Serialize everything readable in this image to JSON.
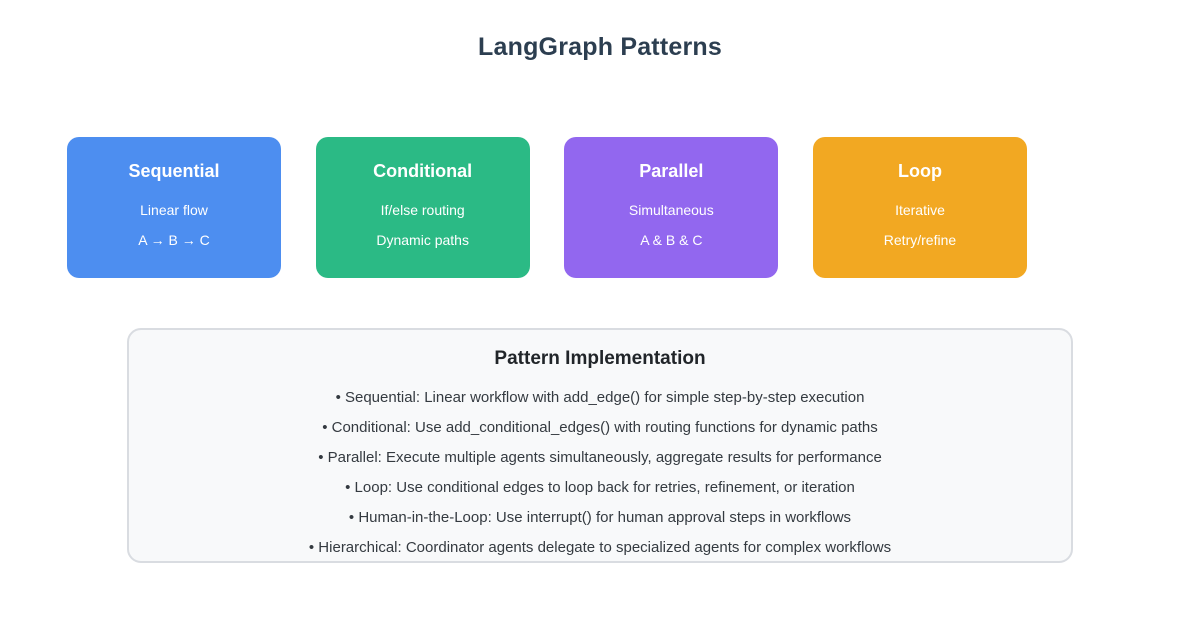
{
  "page": {
    "title": "LangGraph Patterns"
  },
  "colors": {
    "title_text": "#2c3e50",
    "card_text": "#ffffff",
    "sequential": "#4d8ef0",
    "conditional": "#2bba85",
    "parallel": "#9267ef",
    "loop": "#f2a822",
    "impl_background": "#f8f9fa",
    "impl_border": "#d9dce1"
  },
  "cards": [
    {
      "title": "Sequential",
      "line1": "Linear flow",
      "line2": "A → B → C",
      "color": "#4d8ef0"
    },
    {
      "title": "Conditional",
      "line1": "If/else routing",
      "line2": "Dynamic paths",
      "color": "#2bba85"
    },
    {
      "title": "Parallel",
      "line1": "Simultaneous",
      "line2": "A & B & C",
      "color": "#9267ef"
    },
    {
      "title": "Loop",
      "line1": "Iterative",
      "line2": "Retry/refine",
      "color": "#f2a822"
    }
  ],
  "implementation": {
    "title": "Pattern Implementation",
    "bullets": [
      "• Sequential: Linear workflow with add_edge() for simple step-by-step execution",
      "• Conditional: Use add_conditional_edges() with routing functions for dynamic paths",
      "• Parallel: Execute multiple agents simultaneously, aggregate results for performance",
      "• Loop: Use conditional edges to loop back for retries, refinement, or iteration",
      "• Human-in-the-Loop: Use interrupt() for human approval steps in workflows",
      "• Hierarchical: Coordinator agents delegate to specialized agents for complex workflows"
    ]
  }
}
